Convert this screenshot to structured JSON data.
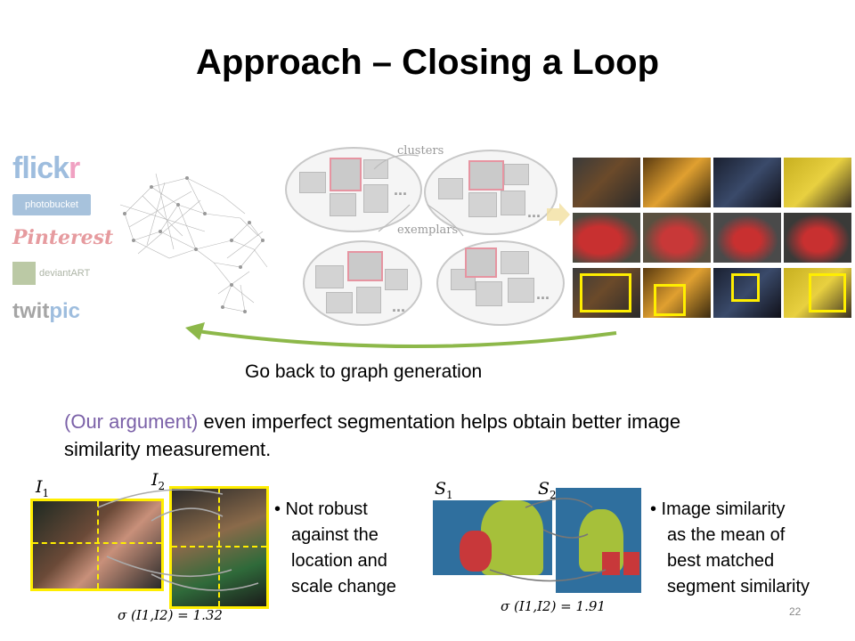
{
  "title": "Approach – Closing a Loop",
  "logos": {
    "flickr_a": "flick",
    "flickr_b": "r",
    "photobucket": "photobucket",
    "pinterest": "Pinterest",
    "deviantart": "deviantART",
    "twitpic_a": "twit",
    "twitpic_b": "pic"
  },
  "cluster_labels": {
    "clusters": "clusters",
    "exemplars": "exemplars",
    "ellipsis": "..."
  },
  "loop_caption": "Go back to graph generation",
  "argument": {
    "highlight": "(Our argument)",
    "rest": " even imperfect segmentation helps obtain better  image similarity measurement."
  },
  "left_example": {
    "label_i1": "I",
    "label_i1_sub": "1",
    "label_i2": "I",
    "label_i2_sub": "2",
    "formula": "σ (I1,I2) = 1.32",
    "bullet": [
      "• Not robust",
      "against the",
      "location and",
      "scale change"
    ]
  },
  "right_example": {
    "label_s1": "S",
    "label_s1_sub": "1",
    "label_s2": "S",
    "label_s2_sub": "2",
    "formula": "σ (I1,I2) = 1.91",
    "bullet": [
      "• Image similarity",
      "as the mean of",
      "best matched",
      "segment similarity"
    ]
  },
  "page_number": "22",
  "colors": {
    "arrow_green": "#8db84a",
    "highlight_yellow": "#ffee00",
    "argument_purple": "#7b61a8",
    "segment_blue": "#2f6f9e",
    "segment_green": "#a6c03a",
    "segment_red": "#c8383a"
  }
}
